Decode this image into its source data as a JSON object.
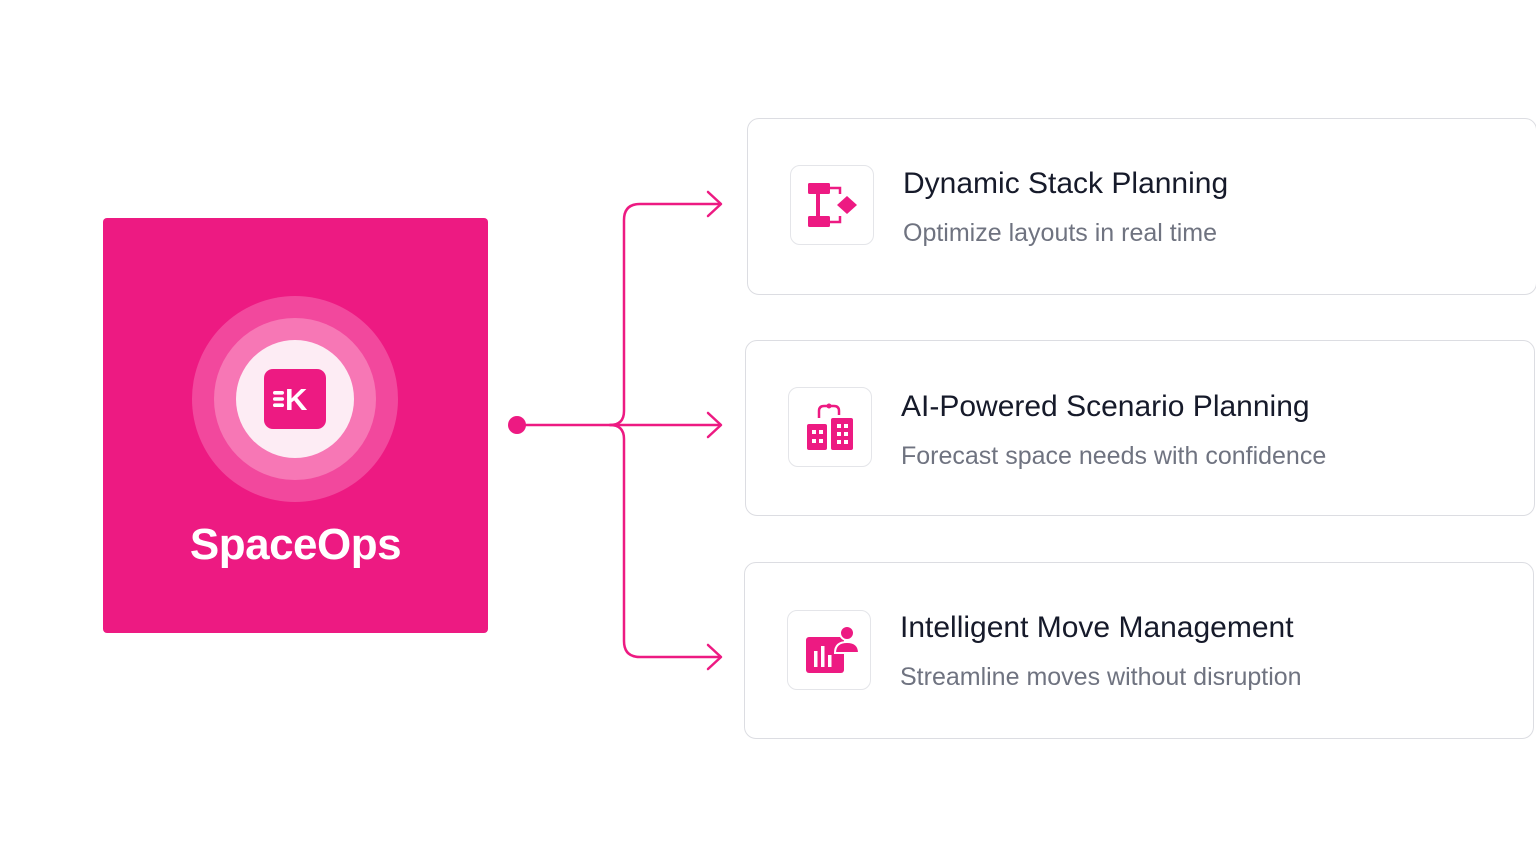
{
  "brand": {
    "name": "SpaceOps",
    "logo_letter": "K",
    "logo_icon": "spaceops-logo-icon",
    "color": "#ed1a82"
  },
  "accent_color": "#ed1a82",
  "features": [
    {
      "title": "Dynamic Stack Planning",
      "subtitle": "Optimize layouts in real time",
      "icon": "flowchart-icon"
    },
    {
      "title": "AI-Powered Scenario Planning",
      "subtitle": "Forecast space needs with confidence",
      "icon": "building-signal-icon"
    },
    {
      "title": "Intelligent Move Management",
      "subtitle": "Streamline moves without disruption",
      "icon": "chart-person-icon"
    }
  ]
}
